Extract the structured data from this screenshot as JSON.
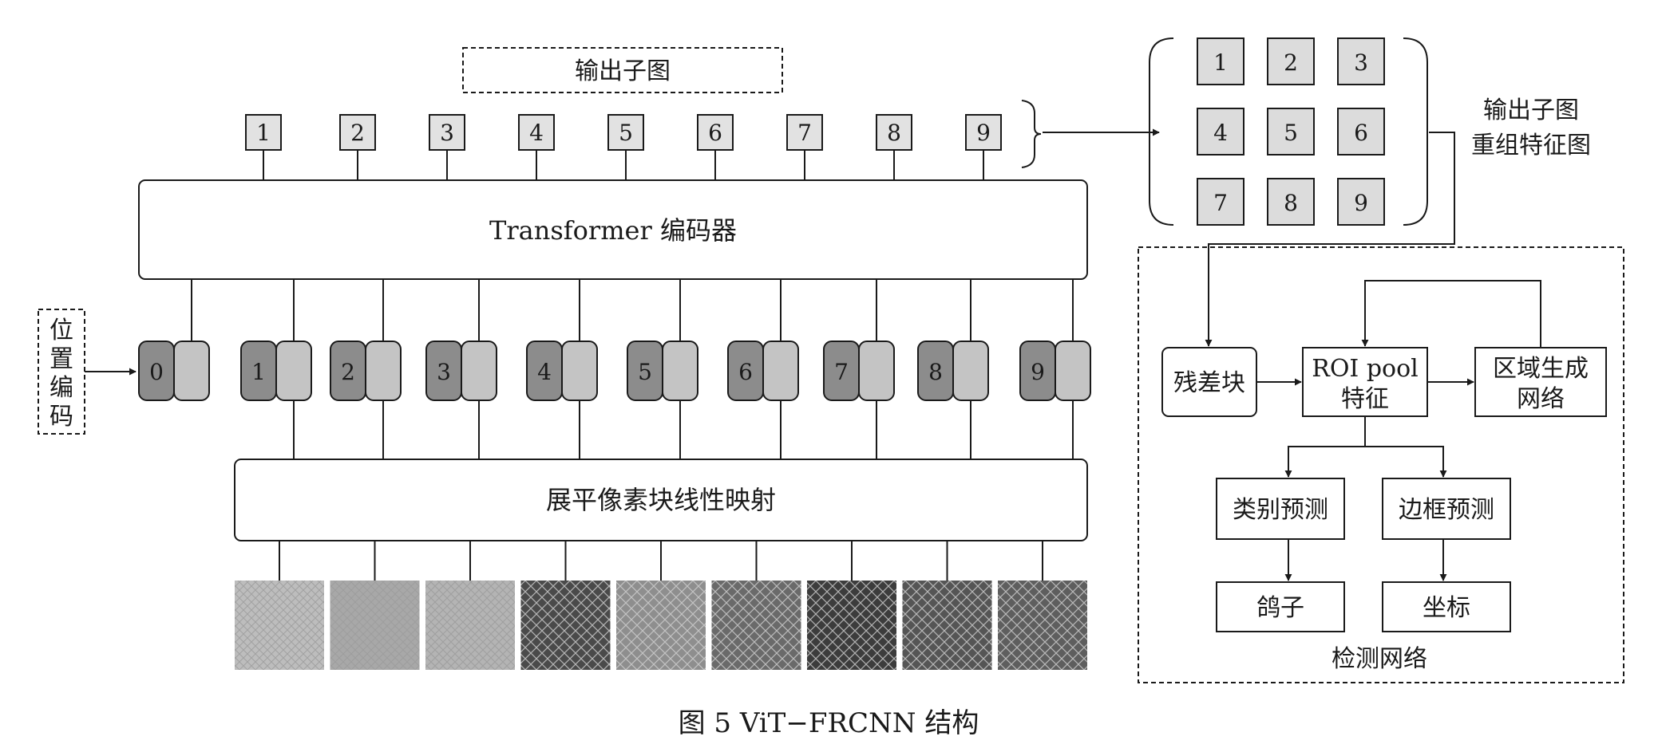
{
  "caption": "图 5 ViT−FRCNN 结构",
  "output_subimage_label": "输出子图",
  "output_tokens": [
    "1",
    "2",
    "3",
    "4",
    "5",
    "6",
    "7",
    "8",
    "9"
  ],
  "encoder_label": "Transformer 编码器",
  "position_encoding_label": [
    "位",
    "置",
    "编",
    "码"
  ],
  "patch_tokens": [
    "0",
    "1",
    "2",
    "3",
    "4",
    "5",
    "6",
    "7",
    "8",
    "9"
  ],
  "linear_projection_label": "展平像素块线性映射",
  "image_patch_count": 9,
  "recombined_grid": [
    "1",
    "2",
    "3",
    "4",
    "5",
    "6",
    "7",
    "8",
    "9"
  ],
  "recombined_label": [
    "输出子图",
    "重组特征图"
  ],
  "detection": {
    "residual_block": "残差块",
    "roi_pool": [
      "ROI pool",
      "特征"
    ],
    "rpn": [
      "区域生成",
      "网络"
    ],
    "class_pred": "类别预测",
    "bbox_pred": "边框预测",
    "class_out": "鸽子",
    "bbox_out": "坐标",
    "network_label": "检测网络"
  },
  "colors": {
    "token_dark": "#8c8c8c",
    "token_light": "#c4c4c4",
    "output_box": "#e2e2e2",
    "grid_box": "#dcdcdc"
  }
}
